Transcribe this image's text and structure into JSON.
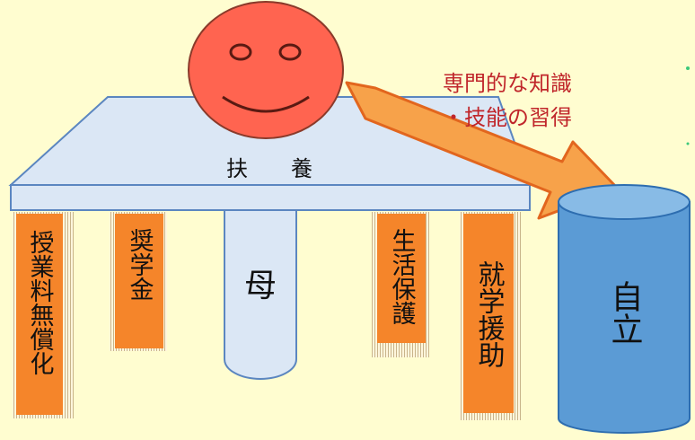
{
  "table_label": "扶　　養",
  "pillars": {
    "tuition": "授業料無償化",
    "scholarship": "奨学金",
    "mother": "母",
    "welfare": "生活保護",
    "employment": "就学援助"
  },
  "arrow_caption": {
    "line1": "専門的な知識",
    "line2": "・技能の習得"
  },
  "goal_label": "自立",
  "colors": {
    "background": "#fffdd0",
    "face": "#ff6450",
    "table": "#dbe7f5",
    "pillar_orange": "#f5852a",
    "arrow": "#f7a24a",
    "cylinder": "#5b9bd5",
    "caption": "#c0262b"
  }
}
